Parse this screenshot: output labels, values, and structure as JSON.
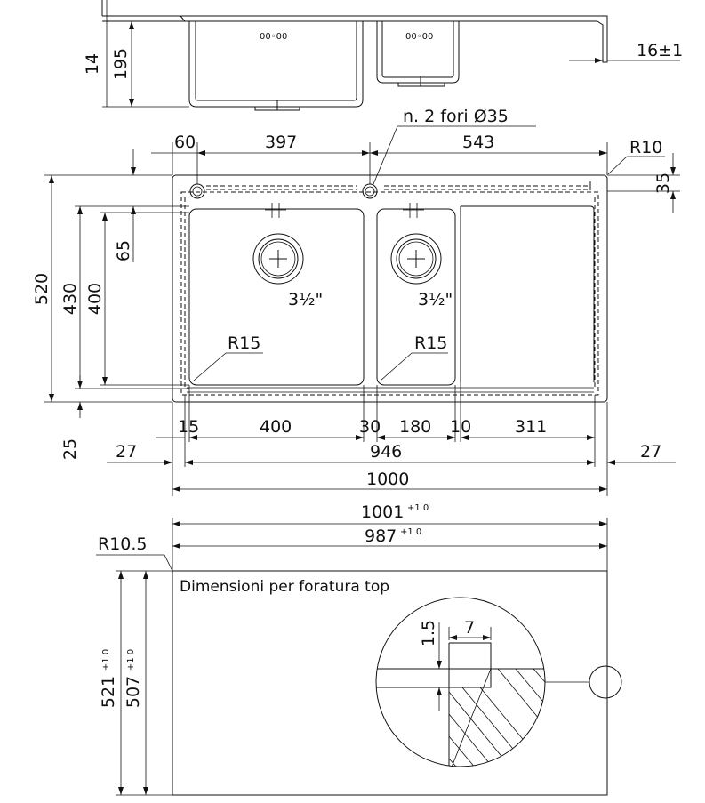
{
  "side_view": {
    "dim_14": "14",
    "dim_195": "195",
    "dim_16": "16±1"
  },
  "plan_view": {
    "holes_note": "n. 2 fori Ø35",
    "dim_60": "60",
    "dim_397": "397",
    "dim_543": "543",
    "r10": "R10",
    "dim_35": "35",
    "dim_520": "520",
    "dim_430": "430",
    "dim_400v": "400",
    "dim_65": "65",
    "dim_25": "25",
    "waste_size_1": "3½\"",
    "waste_size_2": "3½\"",
    "r15_a": "R15",
    "r15_b": "R15",
    "dim_15": "15",
    "dim_400h": "400",
    "dim_30": "30",
    "dim_180": "180",
    "dim_10": "10",
    "dim_311": "311",
    "dim_27_left": "27",
    "dim_946": "946",
    "dim_27_right": "27",
    "dim_1000": "1000"
  },
  "cutout_view": {
    "dim_1001": "1001",
    "dim_1001_tol": "+1 0",
    "dim_987": "987",
    "dim_987_tol": "+1 0",
    "r105": "R10.5",
    "title": "Dimensioni per foratura top",
    "dim_521": "521",
    "dim_521_tol": "+1 0",
    "dim_507": "507",
    "dim_507_tol": "+1 0",
    "detail_15": "1.5",
    "detail_7": "7"
  }
}
